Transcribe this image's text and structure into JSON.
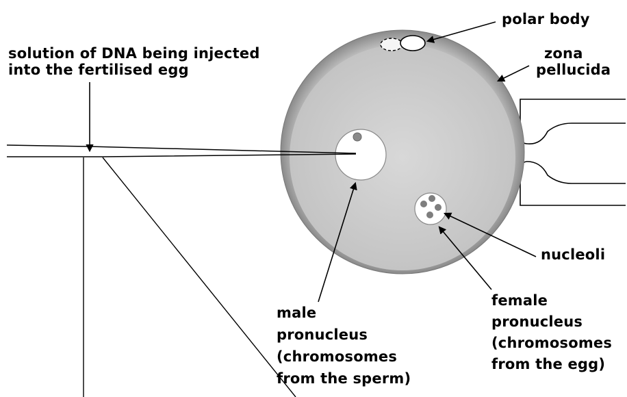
{
  "labels": {
    "injection": [
      "solution of DNA being injected",
      "into the fertilised egg"
    ],
    "polar_body": [
      "polar body"
    ],
    "zona_pellucida": [
      "zona",
      "pellucida"
    ],
    "nucleoli": [
      "nucleoli"
    ],
    "female_pronucleus": [
      "female",
      "pronucleus",
      "(chromosomes",
      "from the egg)"
    ],
    "male_pronucleus": [
      "male",
      "pronucleus",
      "(chromosomes",
      "from the sperm)"
    ]
  },
  "colors": {
    "ink": "#000000",
    "zona_shade": "#8c8c8c",
    "cytoplasm": "#cfcfcf",
    "pronucleus": "#ffffff",
    "nucleolus": "#888888"
  }
}
